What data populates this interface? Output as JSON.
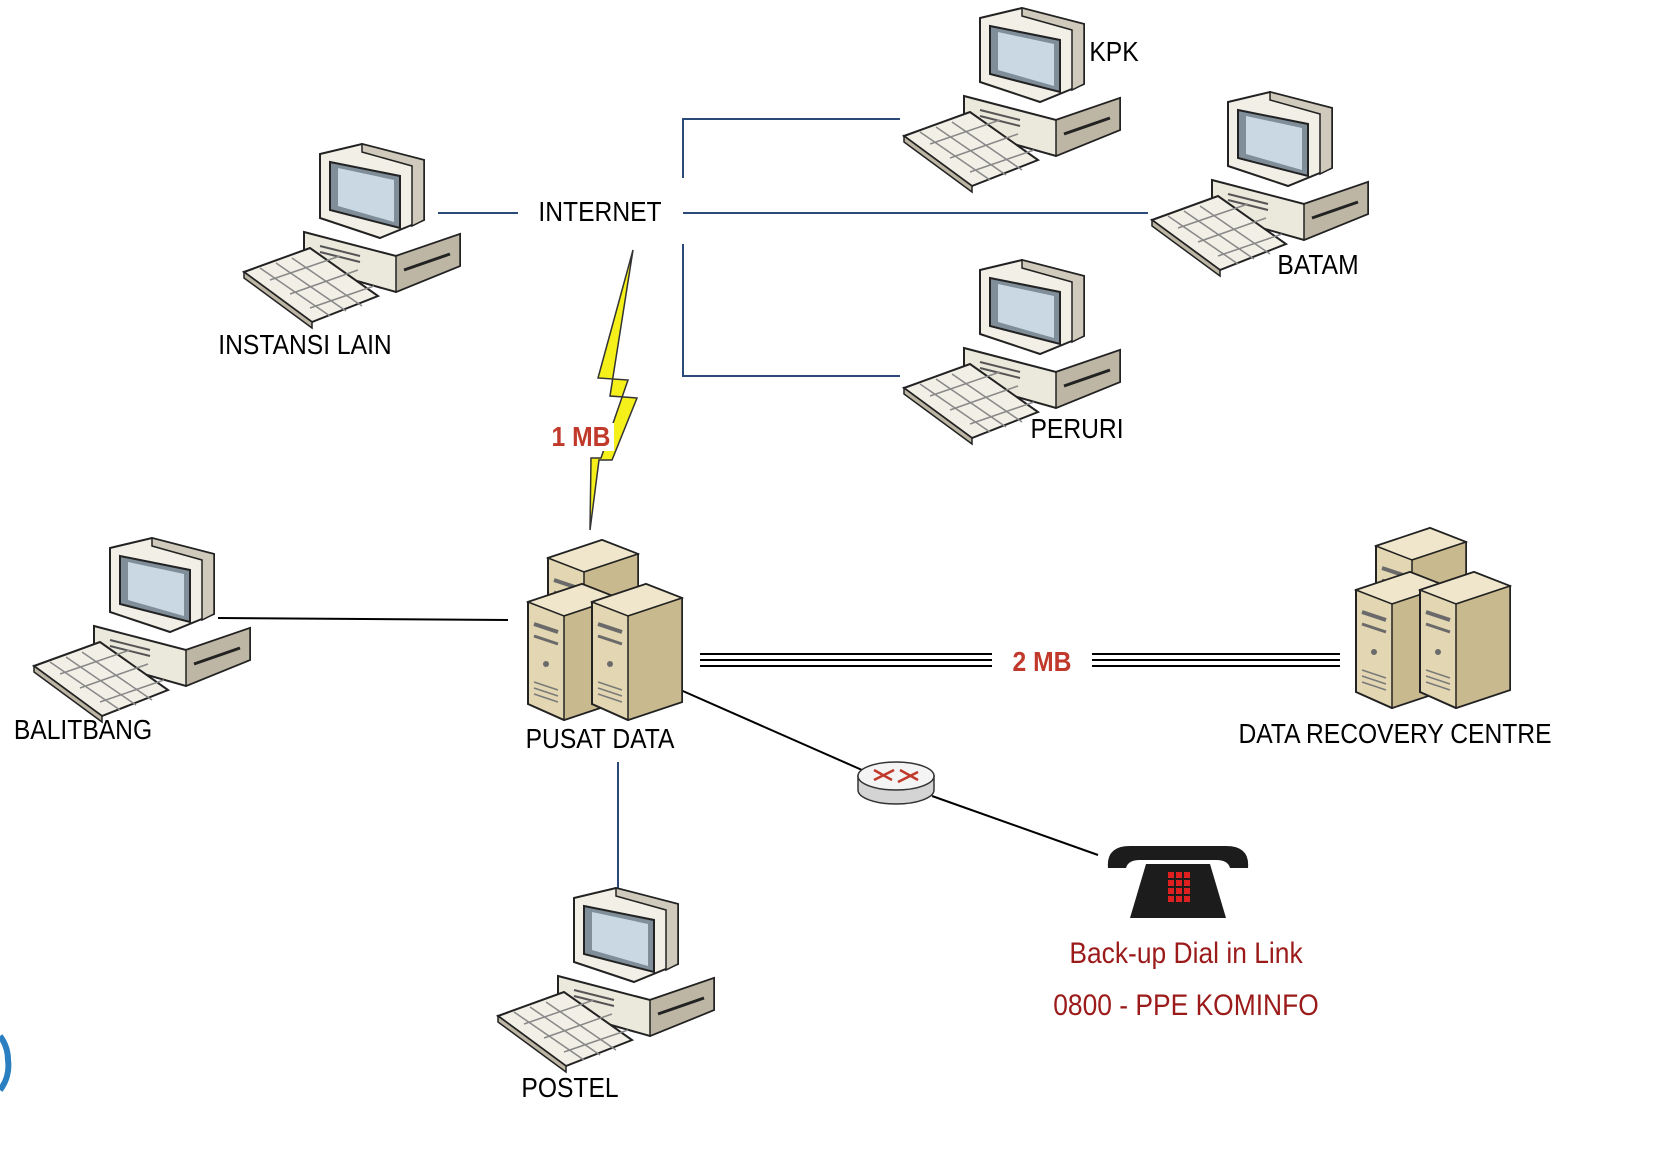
{
  "labels": {
    "internet": "INTERNET",
    "kpk": "KPK",
    "batam": "BATAM",
    "peruri": "PERURI",
    "instansi_lain": "INSTANSI LAIN",
    "balitbang": "BALITBANG",
    "pusat_data": "PUSAT DATA",
    "data_recovery": "DATA RECOVERY CENTRE",
    "postel": "POSTEL"
  },
  "links": {
    "internet_bandwidth": "1 MB",
    "recovery_bandwidth": "2 MB"
  },
  "backup": {
    "line1": "Back-up Dial in Link",
    "line2": "0800 - PPE KOMINFO"
  },
  "colors": {
    "wan_line": "#2b4a7a",
    "lan_line": "#000000",
    "bandwidth_text": "#c0392b",
    "backup_text": "#9b1b1b",
    "lightning": "#f5f01a",
    "pc_body": "#ebe8dc",
    "server_body": "#e0d3ae"
  },
  "icons": [
    "desktop-pc-icon",
    "server-cluster-icon",
    "router-icon",
    "telephone-icon",
    "lightning-link-icon"
  ]
}
